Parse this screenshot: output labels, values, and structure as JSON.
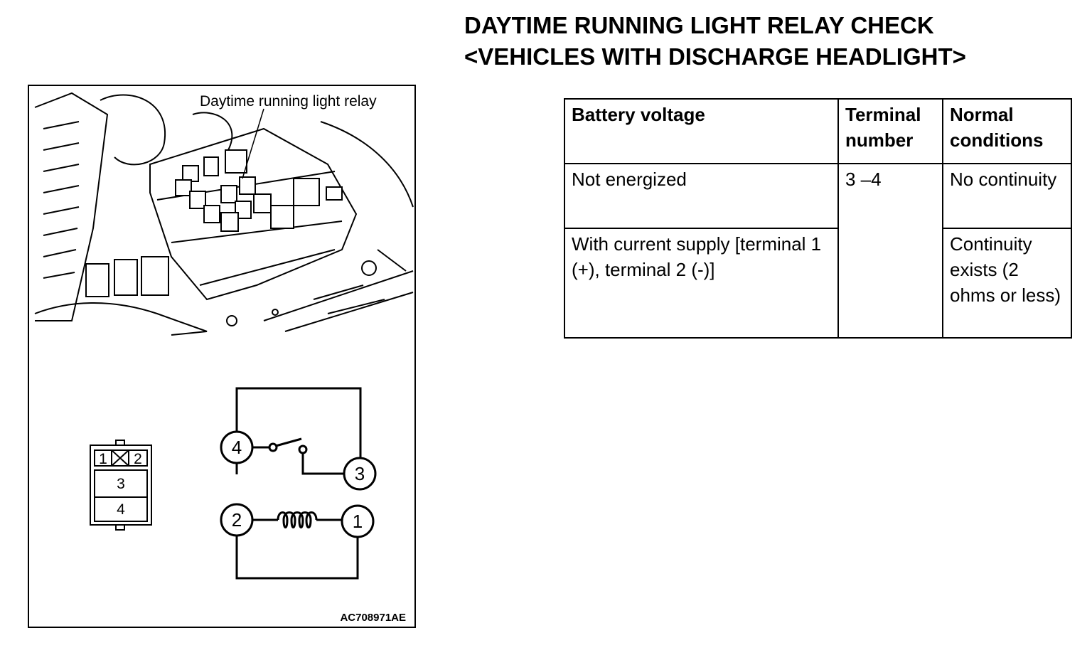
{
  "title": {
    "line1": "DAYTIME RUNNING LIGHT RELAY CHECK",
    "line2": "<VEHICLES WITH DISCHARGE HEADLIGHT>"
  },
  "figure": {
    "callout": "Daytime running light relay",
    "code": "AC708971AE",
    "connector_terminals": [
      "1",
      "2",
      "3",
      "4"
    ],
    "circuit_terminals": [
      "4",
      "3",
      "2",
      "1"
    ]
  },
  "table": {
    "headers": [
      "Battery voltage",
      "Terminal number",
      "Normal conditions"
    ],
    "rows": [
      {
        "battery_voltage": "Not energized",
        "terminal": "3 –4",
        "condition": "No continuity"
      },
      {
        "battery_voltage": "With current supply [terminal 1 (+), terminal 2 (-)]",
        "terminal": "",
        "condition": "Continuity exists (2 ohms or less)"
      }
    ]
  }
}
